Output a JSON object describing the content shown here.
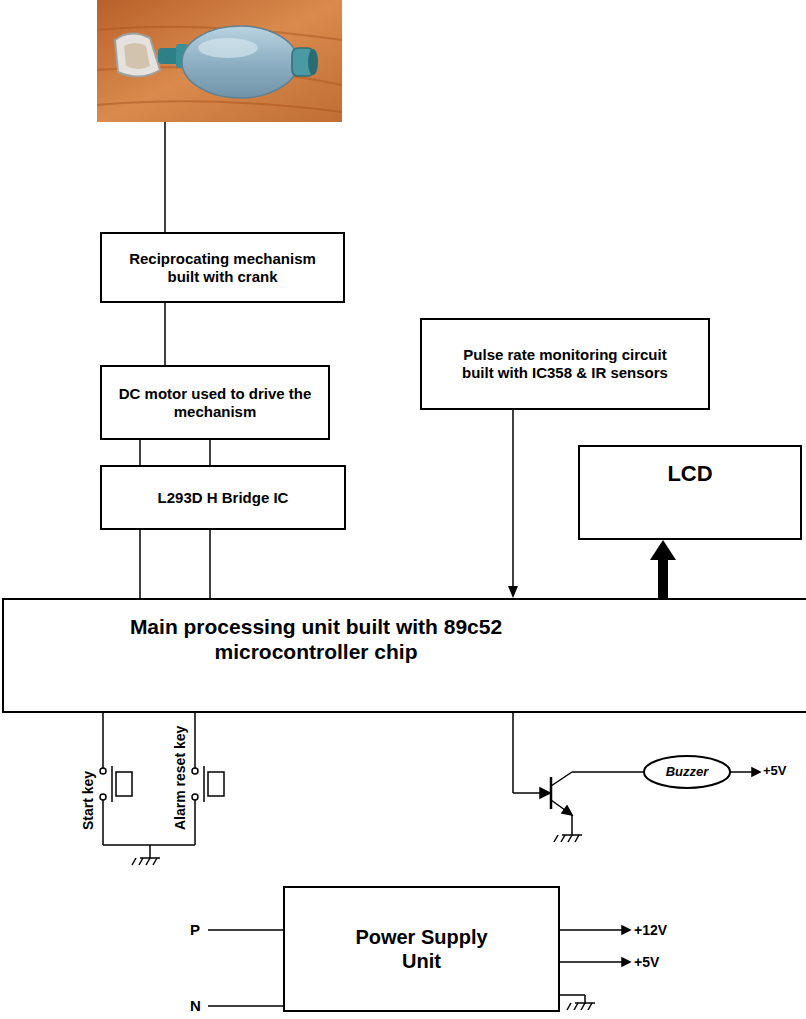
{
  "diagram": {
    "nodes": [
      {
        "text": [
          "Reciprocating mechanism built with crank"
        ]
      },
      {
        "text": [
          "Pulse rate monitoring circuit built with IC358 & IR sensors"
        ]
      },
      {
        "text": [
          "DC motor used to drive the mechanism"
        ]
      },
      {
        "text": [
          "L293D H Bridge IC"
        ]
      },
      {
        "text": [
          "LCD"
        ]
      },
      {
        "text": [
          "Main processing unit built with 89c52 microcontroller chip"
        ]
      },
      {
        "text": [
          "Buzzer"
        ]
      },
      {
        "text": [
          "Power Supply Unit"
        ]
      }
    ],
    "edges": [
      {
        "from": 0,
        "to": 2,
        "arrow": "none"
      },
      {
        "from": 2,
        "to": 3,
        "arrow": "none"
      },
      {
        "from": 2,
        "to": 3,
        "arrow": "none"
      },
      {
        "from": 3,
        "to": 5,
        "arrow": "none"
      },
      {
        "from": 3,
        "to": 5,
        "arrow": "none"
      },
      {
        "from": 1,
        "to": 5,
        "arrow": "to"
      },
      {
        "from": 5,
        "to": 4,
        "arrow": "to"
      }
    ],
    "labels": [
      "Start key",
      "Alarm reset key",
      "+5V",
      "P",
      "+12V",
      "+5V",
      "N"
    ]
  }
}
